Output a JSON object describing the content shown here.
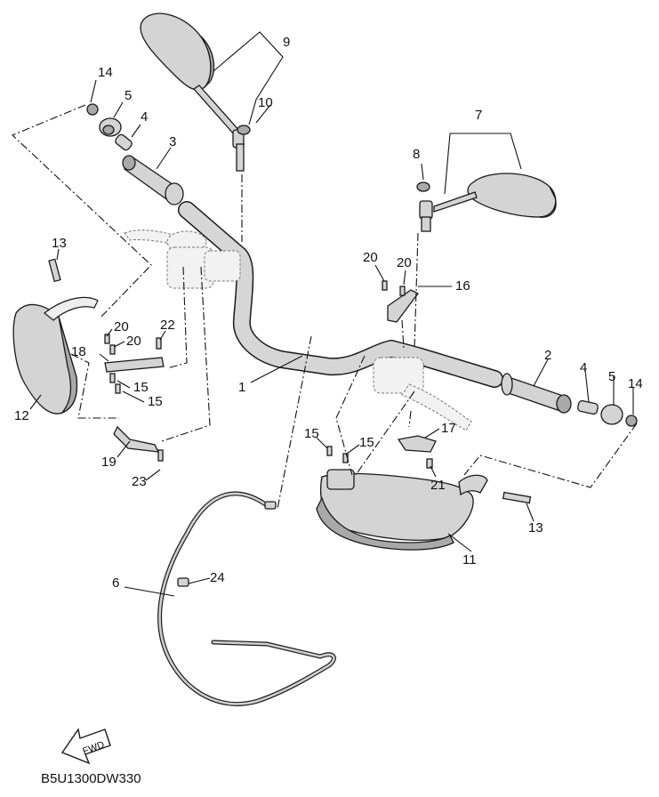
{
  "diagram_code": "B5U1300DW330",
  "fwd_label": "FWD",
  "callouts": [
    {
      "key": "c9",
      "text": "9"
    },
    {
      "key": "c10",
      "text": "10"
    },
    {
      "key": "c14a",
      "text": "14"
    },
    {
      "key": "c5a",
      "text": "5"
    },
    {
      "key": "c4a",
      "text": "4"
    },
    {
      "key": "c3",
      "text": "3"
    },
    {
      "key": "c7",
      "text": "7"
    },
    {
      "key": "c8",
      "text": "8"
    },
    {
      "key": "c13a",
      "text": "13"
    },
    {
      "key": "c20a",
      "text": "20"
    },
    {
      "key": "c20b",
      "text": "20"
    },
    {
      "key": "c16",
      "text": "16"
    },
    {
      "key": "c20c",
      "text": "20"
    },
    {
      "key": "c20d",
      "text": "20"
    },
    {
      "key": "c22",
      "text": "22"
    },
    {
      "key": "c18",
      "text": "18"
    },
    {
      "key": "c15a",
      "text": "15"
    },
    {
      "key": "c15b",
      "text": "15"
    },
    {
      "key": "c12",
      "text": "12"
    },
    {
      "key": "c1",
      "text": "1"
    },
    {
      "key": "c2",
      "text": "2"
    },
    {
      "key": "c4b",
      "text": "4"
    },
    {
      "key": "c5b",
      "text": "5"
    },
    {
      "key": "c14b",
      "text": "14"
    },
    {
      "key": "c19",
      "text": "19"
    },
    {
      "key": "c23",
      "text": "23"
    },
    {
      "key": "c15c",
      "text": "15"
    },
    {
      "key": "c15d",
      "text": "15"
    },
    {
      "key": "c17",
      "text": "17"
    },
    {
      "key": "c21",
      "text": "21"
    },
    {
      "key": "c13b",
      "text": "13"
    },
    {
      "key": "c11",
      "text": "11"
    },
    {
      "key": "c6",
      "text": "6"
    },
    {
      "key": "c24",
      "text": "24"
    }
  ]
}
